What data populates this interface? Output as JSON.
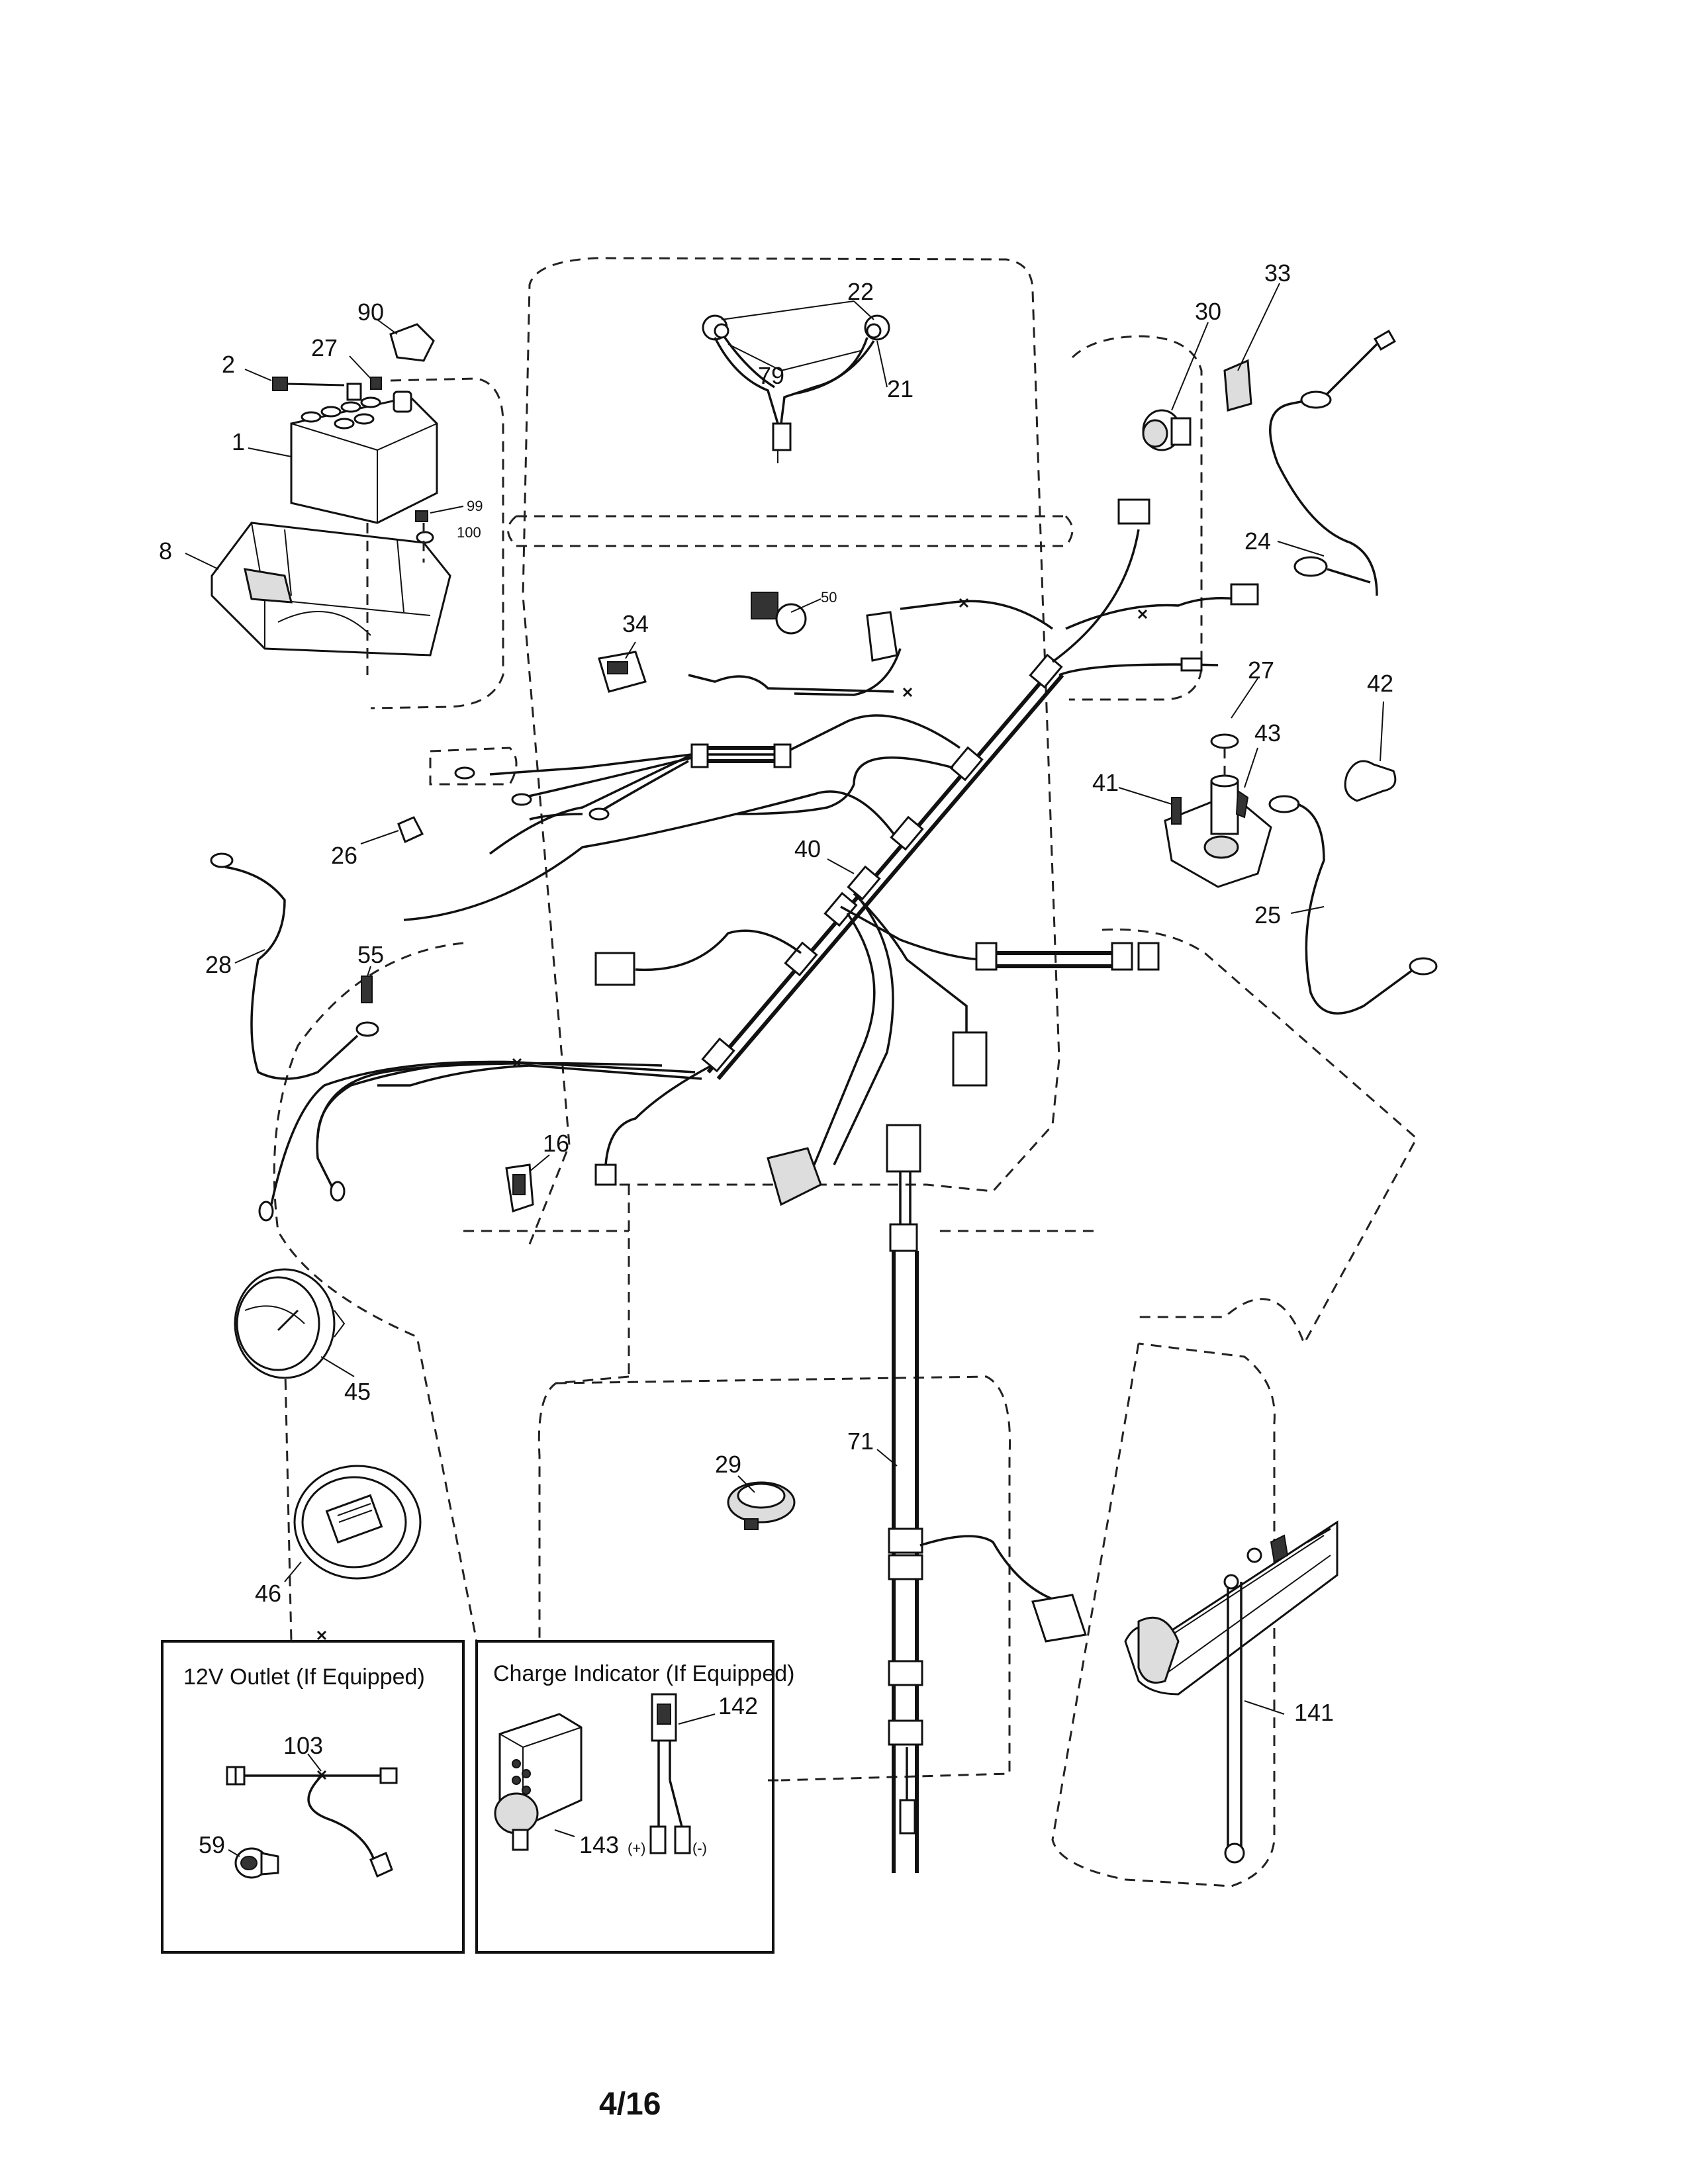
{
  "page": {
    "page_number": "4/16"
  },
  "callouts": [
    "1",
    "2",
    "27",
    "90",
    "8",
    "99",
    "100",
    "22",
    "79",
    "21",
    "30",
    "33",
    "24",
    "34",
    "50",
    "27",
    "42",
    "43",
    "41",
    "25",
    "26",
    "40",
    "28",
    "55",
    "16",
    "45",
    "46",
    "29",
    "71",
    "141",
    "103",
    "59",
    "142",
    "143"
  ],
  "insets": {
    "outlet": {
      "title": "12V Outlet (If Equipped)"
    },
    "charge": {
      "title": "Charge Indicator (If Equipped)",
      "pos_label": "(+)",
      "neg_label": "(-)"
    }
  }
}
